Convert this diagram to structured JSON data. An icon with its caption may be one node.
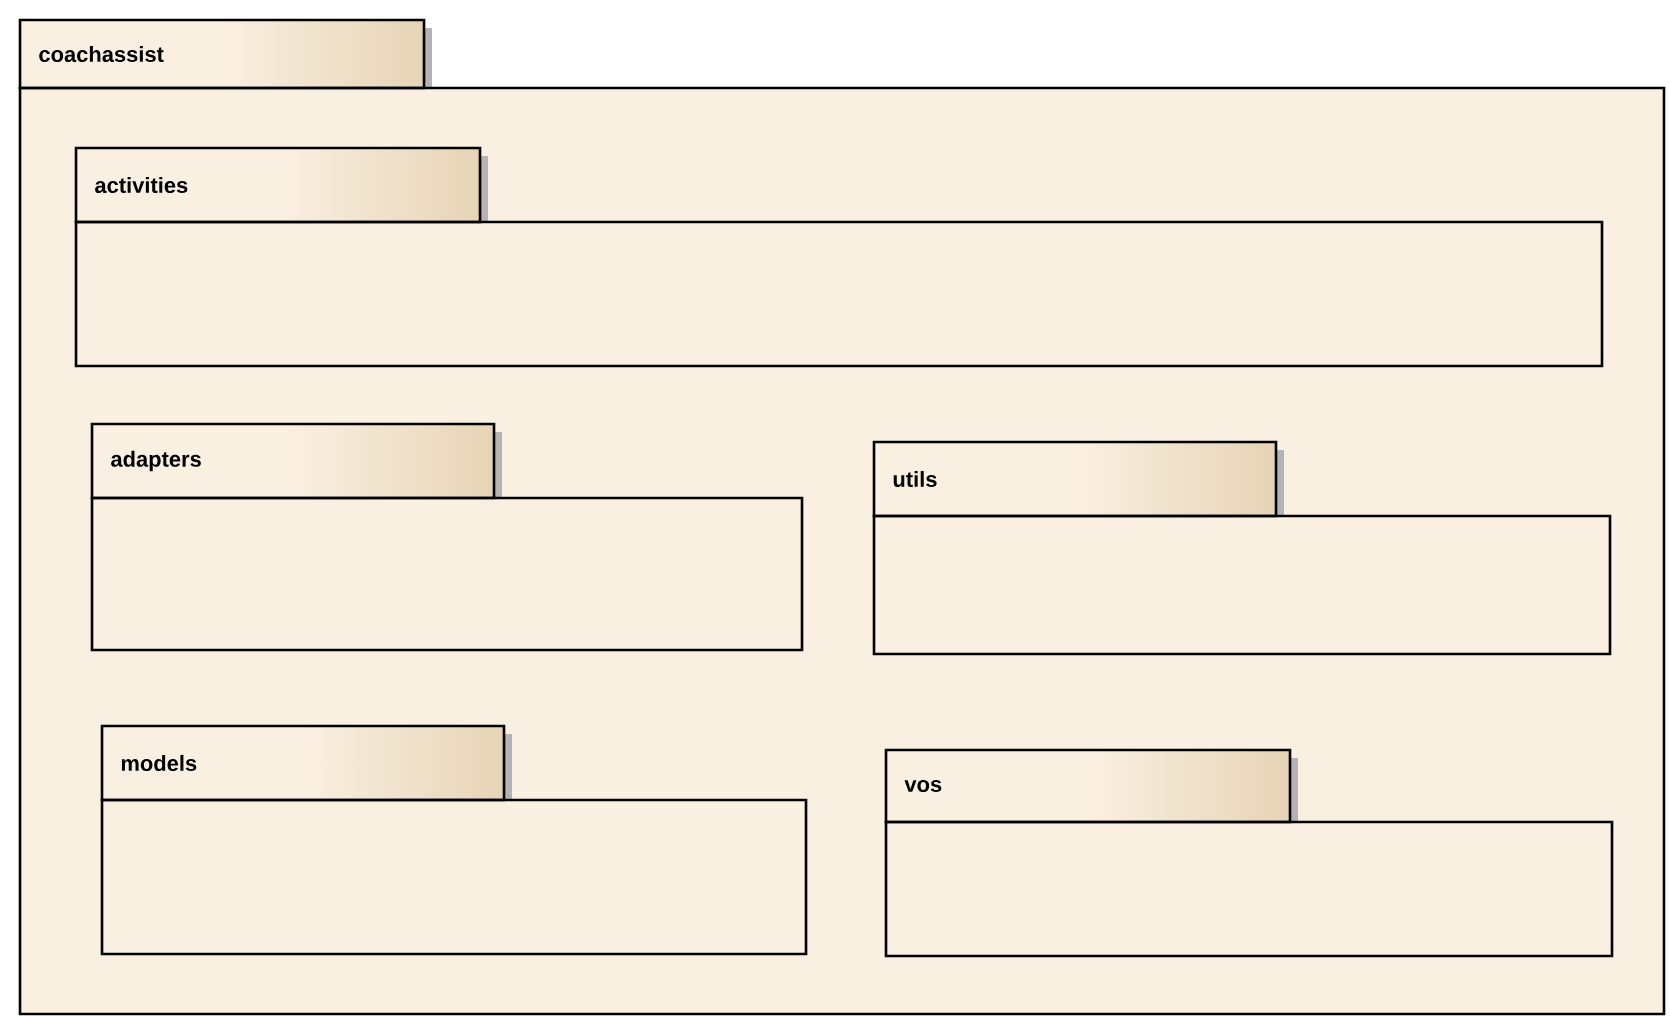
{
  "diagram": {
    "nodes": [
      {
        "text": [
          "coachassist"
        ]
      },
      {
        "text": [
          "activities"
        ],
        "in": 0
      },
      {
        "text": [
          "adapters"
        ],
        "in": 0
      },
      {
        "text": [
          "utils"
        ],
        "in": 0
      },
      {
        "text": [
          "models"
        ],
        "in": 0
      },
      {
        "text": [
          "vos"
        ],
        "in": 0
      }
    ]
  }
}
